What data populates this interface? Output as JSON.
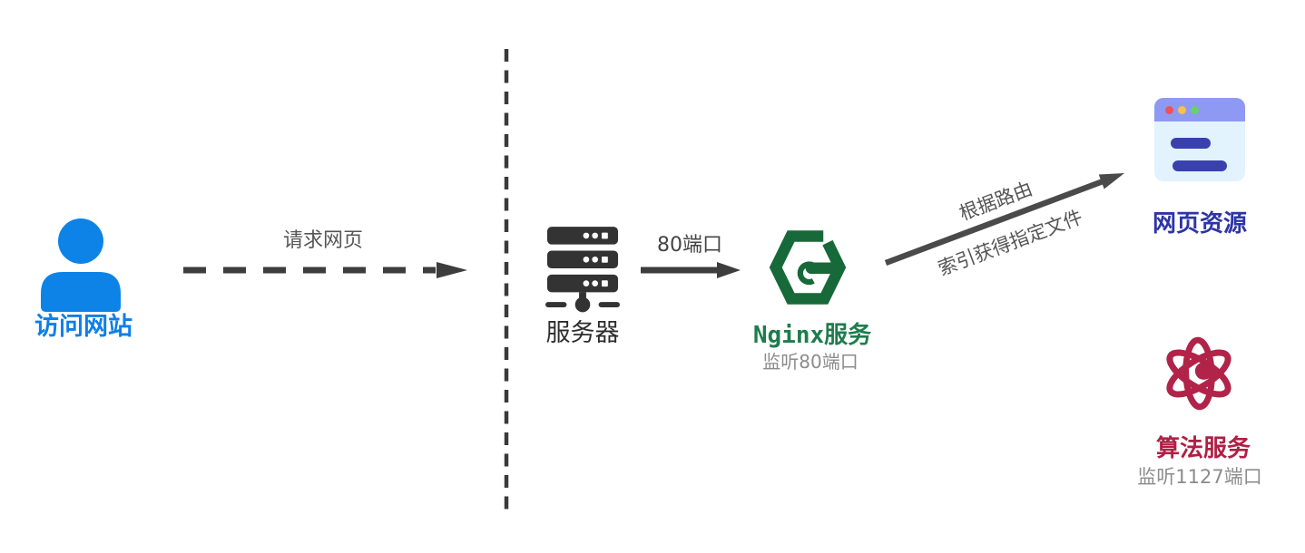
{
  "diagram": {
    "title": "web-request-flow",
    "boundary": {
      "style": "vertical-dashed-line",
      "color": "#3a3a3a"
    },
    "nodes": {
      "visitor": {
        "label": "访问网站",
        "label_color": "#0d7fe8",
        "icon": "user-icon",
        "icon_color": "#0d83e8"
      },
      "server": {
        "label": "服务器",
        "label_color": "#2d2d2d",
        "icon": "server-rack-icon",
        "icon_color": "#333333"
      },
      "nginx": {
        "label": "Nginx服务",
        "sublabel": "监听80端口",
        "label_color": "#1e7c4d",
        "sublabel_color": "#8c8c8c",
        "icon": "hexagon-g-icon",
        "icon_color": "#176939"
      },
      "web_resource": {
        "label": "网页资源",
        "label_color": "#2e35a6",
        "icon": "browser-window-icon",
        "topbar_color": "#8e99f3",
        "body_color": "#e2f3fd",
        "content_bar_color": "#3a41ae",
        "dot_colors": [
          "#ef5350",
          "#f6c344",
          "#66d36a"
        ]
      },
      "algorithm": {
        "label": "算法服务",
        "sublabel": "监听1127端口",
        "label_color": "#ad2145",
        "sublabel_color": "#8c8c8c",
        "icon": "atom-icon",
        "icon_color": "#b12348"
      }
    },
    "edges": {
      "request": {
        "label": "请求网页",
        "style": "dashed-arrow",
        "color": "#3d3d3d",
        "from": "visitor",
        "to": "boundary"
      },
      "port80": {
        "label": "80端口",
        "style": "solid-arrow",
        "color": "#3d3d3d",
        "from": "server",
        "to": "nginx"
      },
      "route": {
        "label_top": "根据路由",
        "label_bottom": "索引获得指定文件",
        "style": "solid-diagonal-arrow",
        "color": "#4a4a4a",
        "from": "nginx",
        "to": "web_resource"
      }
    }
  }
}
